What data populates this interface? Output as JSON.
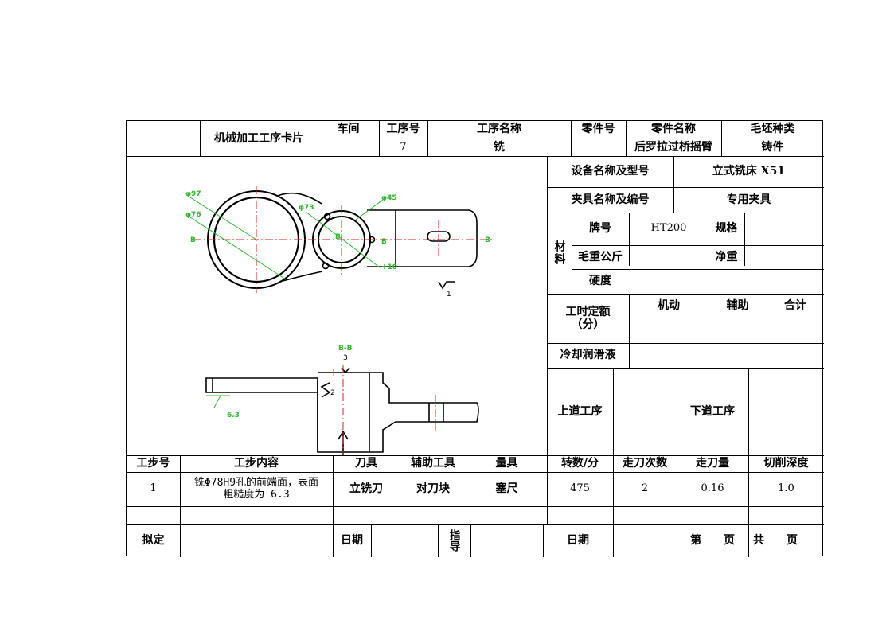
{
  "header": {
    "card_title": "机械加工工序卡片",
    "workshop_label": "车间",
    "op_no_label": "工序号",
    "op_name_label": "工序名称",
    "part_no_label": "零件号",
    "part_name_label": "零件名称",
    "blank_type_label": "毛坯种类",
    "workshop_value": "",
    "op_no_value": "7",
    "op_name_value": "铣",
    "part_no_value": "",
    "part_name_value": "后罗拉过桥摇臂",
    "blank_type_value": "铸件"
  },
  "info": {
    "equip_label": "设备名称及型号",
    "equip_value": "立式铣床 X51",
    "fixture_label": "夹具名称及编号",
    "fixture_value": "专用夹具",
    "material_label": "材料",
    "grade_label": "牌号",
    "grade_value": "HT200",
    "spec_label": "规格",
    "spec_value": "",
    "gross_label": "毛重公斤",
    "gross_value": "",
    "net_label": "净重",
    "net_value": "",
    "hardness_label": "硬度",
    "hardness_value": "",
    "time_label": "工时定额",
    "time_unit": "（分）",
    "machine_label": "机动",
    "aux_label": "辅助",
    "total_label": "合计",
    "coolant_label": "冷却润滑液",
    "prev_label": "上道工序",
    "next_label": "下道工序"
  },
  "drawing": {
    "dia97": "φ97",
    "dia76": "φ76",
    "dia73": "φ73",
    "dia45": "φ45",
    "sec_a": "B",
    "sec_b": "B",
    "sec_c": "B",
    "sec_d": "B",
    "note_r": "+10",
    "mark1": "1",
    "section_label": "B-B",
    "mark3": "3",
    "mark2": "2",
    "rough63": "6.3"
  },
  "steps": {
    "headers": [
      "工步号",
      "工步内容",
      "刀具",
      "辅助工具",
      "量具",
      "转数/分",
      "走刀次数",
      "走刀量",
      "切削深度"
    ],
    "rows": [
      {
        "no": "1",
        "content_line1": "铣Φ78H9孔的前端面，表面",
        "content_line2": "粗糙度为 6.3",
        "tool": "立铣刀",
        "aux": "对刀块",
        "gauge": "塞尺",
        "rpm": "475",
        "passes": "2",
        "feed": "0.16",
        "depth": "1.0"
      }
    ]
  },
  "footer": {
    "drafted_label": "拟定",
    "date_label1": "日期",
    "guide_label": "指导",
    "date_label2": "日期",
    "page_label": "第　　页",
    "total_label": "共　　页"
  },
  "colors": {
    "drawing_green": "#2eb82e",
    "center_red": "#e0201a",
    "ink": "#000000"
  }
}
